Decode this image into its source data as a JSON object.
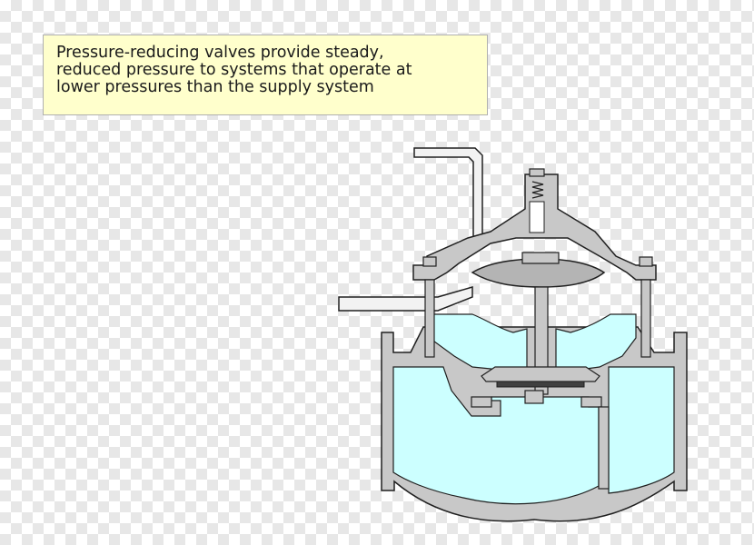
{
  "caption": {
    "lines": [
      "Pressure-reducing valves provide steady,",
      "reduced pressure to systems that operate at",
      "lower pressures than the supply system"
    ]
  },
  "colors": {
    "metal": "#c8c8c8",
    "outline": "#202020",
    "water": "#ccffff",
    "caption_bg": "#ffffcc",
    "pilot_line": "#f2f2f2"
  }
}
